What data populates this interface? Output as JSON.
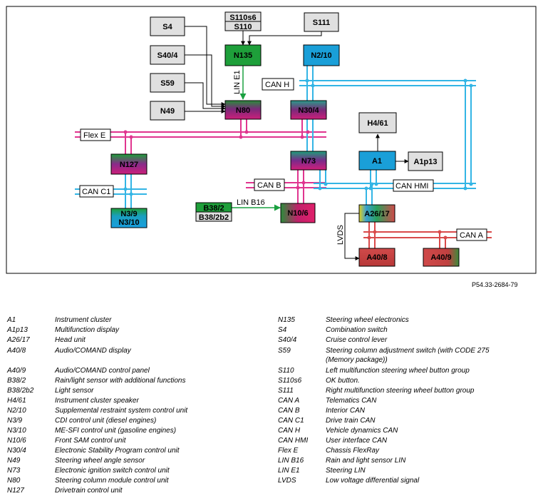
{
  "reference": "P54.33-2684-79",
  "colors": {
    "can_bus": "#33b5e5",
    "flex_bus": "#e0358f",
    "red_bus": "#d94a4a",
    "lin": "#1aa040",
    "box_grey": "#e0e0e0"
  },
  "units": {
    "s4": "S4",
    "s110s6": "S110s6",
    "s110": "S110",
    "s111": "S111",
    "s404": "S40/4",
    "s59": "S59",
    "n49": "N49",
    "n135": "N135",
    "n210": "N2/10",
    "n80": "N80",
    "n304": "N30/4",
    "h461": "H4/61",
    "n127": "N127",
    "n73": "N73",
    "a1": "A1",
    "a1p13": "A1p13",
    "n39": "N3/9",
    "n310": "N3/10",
    "b382": "B38/2",
    "b382b2": "B38/2b2",
    "n106": "N10/6",
    "a2617": "A26/17",
    "a408": "A40/8",
    "a409": "A40/9"
  },
  "bus_labels": {
    "can_h": "CAN H",
    "flex_e": "Flex E",
    "can_c1": "CAN C1",
    "can_b": "CAN B",
    "can_hmi": "CAN HMI",
    "can_a": "CAN A",
    "lin_e1": "LIN E1",
    "lin_b16": "LIN B16",
    "lvds": "LVDS"
  },
  "legend_left": [
    {
      "code": "A1",
      "desc": "Instrument cluster"
    },
    {
      "code": "A1p13",
      "desc": "Multifunction display"
    },
    {
      "code": "A26/17",
      "desc": "Head unit"
    },
    {
      "code": "A40/8",
      "desc": "Audio/COMAND display"
    },
    {
      "code": "A40/9",
      "desc": "Audio/COMAND control panel"
    },
    {
      "code": "B38/2",
      "desc": "Rain/light sensor with additional functions"
    },
    {
      "code": "B38/2b2",
      "desc": "Light sensor"
    },
    {
      "code": "H4/61",
      "desc": "Instrument cluster speaker"
    },
    {
      "code": "N2/10",
      "desc": "Supplemental restraint system control unit"
    },
    {
      "code": "N3/9",
      "desc": "CDI control unit (diesel engines)"
    },
    {
      "code": "N3/10",
      "desc": "ME-SFI control unit (gasoline engines)"
    },
    {
      "code": "N10/6",
      "desc": "Front SAM control unit"
    },
    {
      "code": "N30/4",
      "desc": "Electronic Stability Program control unit"
    },
    {
      "code": "N49",
      "desc": "Steering wheel angle sensor"
    },
    {
      "code": "N73",
      "desc": "Electronic ignition switch control unit"
    },
    {
      "code": "N80",
      "desc": "Steering column module control unit"
    },
    {
      "code": "N127",
      "desc": "Drivetrain control unit"
    }
  ],
  "legend_right": [
    {
      "code": "N135",
      "desc": "Steering wheel electronics"
    },
    {
      "code": "S4",
      "desc": "Combination switch"
    },
    {
      "code": "S40/4",
      "desc": "Cruise control lever"
    },
    {
      "code": "S59",
      "desc": "Steering column adjustment switch (with CODE 275"
    },
    {
      "code": "",
      "desc": "(Memory package))"
    },
    {
      "code": "S110",
      "desc": "Left multifunction steering wheel button group"
    },
    {
      "code": "S110s6",
      "desc": "OK button."
    },
    {
      "code": "S111",
      "desc": "Right multifunction steering wheel button group"
    },
    {
      "code": "CAN A",
      "desc": "Telematics CAN"
    },
    {
      "code": "CAN B",
      "desc": "Interior CAN"
    },
    {
      "code": "CAN C1",
      "desc": "Drive train CAN"
    },
    {
      "code": "CAN H",
      "desc": "Vehicle dynamics CAN"
    },
    {
      "code": "CAN HMI",
      "desc": "User interface CAN"
    },
    {
      "code": "Flex E",
      "desc": "Chassis FlexRay"
    },
    {
      "code": "LIN B16",
      "desc": "Rain and light sensor LIN"
    },
    {
      "code": "LIN E1",
      "desc": "Steering LIN"
    },
    {
      "code": "LVDS",
      "desc": "Low voltage differential signal"
    }
  ]
}
